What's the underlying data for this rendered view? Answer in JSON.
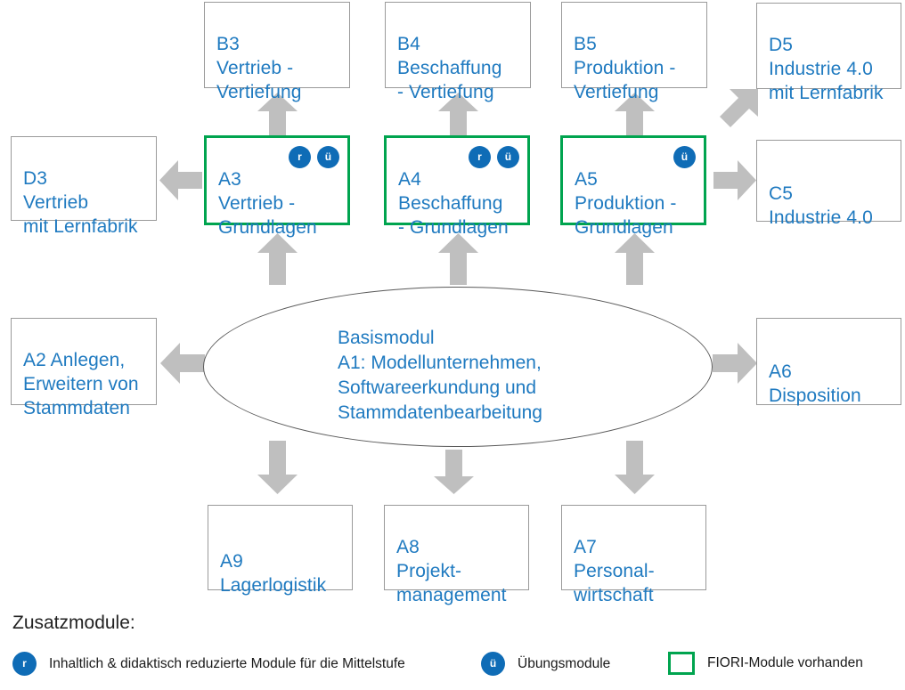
{
  "colors": {
    "node_text": "#1f7ac0",
    "node_border": "#9a9a9a",
    "fiori_border": "#00a44f",
    "badge_fill": "#0f6cb6",
    "arrow_fill": "#bfbfbf",
    "ellipse_border": "#5a5a5a",
    "background": "#ffffff"
  },
  "nodes": [
    {
      "id": "B3",
      "code": "B3",
      "title": "Vertrieb -\nVertiefung",
      "text": "B3\nVertrieb -\nVertiefung",
      "fiori": false,
      "badges": []
    },
    {
      "id": "B4",
      "code": "B4",
      "title": "Beschaffung\n- Vertiefung",
      "text": "B4\nBeschaffung\n- Vertiefung",
      "fiori": false,
      "badges": []
    },
    {
      "id": "B5",
      "code": "B5",
      "title": "Produktion -\nVertiefung",
      "text": "B5\nProduktion -\nVertiefung",
      "fiori": false,
      "badges": []
    },
    {
      "id": "D5",
      "code": "D5",
      "title": "Industrie 4.0\nmit Lernfabrik",
      "text": "D5\nIndustrie 4.0\nmit Lernfabrik",
      "fiori": false,
      "badges": []
    },
    {
      "id": "D3",
      "code": "D3",
      "title": "Vertrieb\nmit Lernfabrik",
      "text": "D3\nVertrieb\nmit Lernfabrik",
      "fiori": false,
      "badges": []
    },
    {
      "id": "A3",
      "code": "A3",
      "title": "Vertrieb -\nGrundlagen",
      "text": "A3\nVertrieb -\nGrundlagen",
      "fiori": true,
      "badges": [
        "r",
        "ü"
      ]
    },
    {
      "id": "A4",
      "code": "A4",
      "title": "Beschaffung\n- Grundlagen",
      "text": "A4\nBeschaffung\n- Grundlagen",
      "fiori": true,
      "badges": [
        "r",
        "ü"
      ]
    },
    {
      "id": "A5",
      "code": "A5",
      "title": "Produktion -\nGrundlagen",
      "text": "A5\nProduktion -\nGrundlagen",
      "fiori": true,
      "badges": [
        "ü"
      ]
    },
    {
      "id": "C5",
      "code": "C5",
      "title": "Industrie 4.0",
      "text": "C5\nIndustrie 4.0",
      "fiori": false,
      "badges": []
    },
    {
      "id": "A2",
      "code": "A2",
      "title": "Anlegen,\nErweitern von\nStammdaten",
      "text": "A2 Anlegen,\nErweitern von\nStammdaten",
      "fiori": false,
      "badges": []
    },
    {
      "id": "A6",
      "code": "A6",
      "title": "Disposition",
      "text": "A6\nDisposition",
      "fiori": false,
      "badges": []
    },
    {
      "id": "A9",
      "code": "A9",
      "title": "Lagerlogistik",
      "text": "A9\nLagerlogistik",
      "fiori": false,
      "badges": []
    },
    {
      "id": "A8",
      "code": "A8",
      "title": "Projekt-\nmanagement",
      "text": "A8\nProjekt-\nmanagement",
      "fiori": false,
      "badges": []
    },
    {
      "id": "A7",
      "code": "A7",
      "title": "Personal-\nwirtschaft",
      "text": "A7\nPersonal-\nwirtschaft",
      "fiori": false,
      "badges": []
    }
  ],
  "center": {
    "id": "A1",
    "text": "Basismodul\nA1: Modellunternehmen,\n        Softwareerkundung und\n        Stammdatenbearbeitung",
    "line1": "Basismodul",
    "line2": "A1: Modellunternehmen,",
    "line3": "Softwareerkundung und",
    "line4": "Stammdatenbearbeitung"
  },
  "legend": {
    "title": "Zusatzmodule:",
    "items": [
      {
        "marker": "r",
        "marker_kind": "badge",
        "label": "Inhaltlich & didaktisch reduzierte Module für die Mittelstufe"
      },
      {
        "marker": "ü",
        "marker_kind": "badge",
        "label": "Übungsmodule"
      },
      {
        "marker": "",
        "marker_kind": "swatch",
        "label": "FIORI-Module vorhanden"
      }
    ]
  }
}
